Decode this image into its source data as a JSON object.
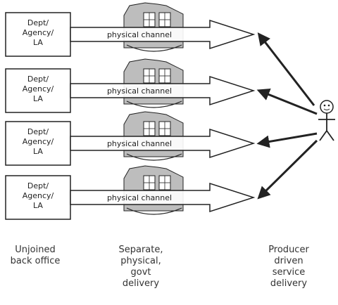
{
  "rows": [
    {
      "box_text": [
        "Dept/",
        "Agency/",
        "LA"
      ],
      "channel_label": "physical channel"
    },
    {
      "box_text": [
        "Dept/",
        "Agency/",
        "LA"
      ],
      "channel_label": "physical channel"
    },
    {
      "box_text": [
        "Dept/",
        "Agency/",
        "LA"
      ],
      "channel_label": "physical channel"
    },
    {
      "box_text": [
        "Dept/",
        "Agency/",
        "LA"
      ],
      "channel_label": "physical channel"
    }
  ],
  "captions": {
    "left": "Unjoined\nback office",
    "middle": "Separate,\nphysical,\ngovt\ndelivery",
    "right": "Producer\ndriven\nservice\ndelivery"
  },
  "icons": {
    "building": "office-building-icon",
    "person": "stick-figure-person-icon"
  },
  "colors": {
    "line": "#222222",
    "building_fill": "#bdbdbd"
  }
}
